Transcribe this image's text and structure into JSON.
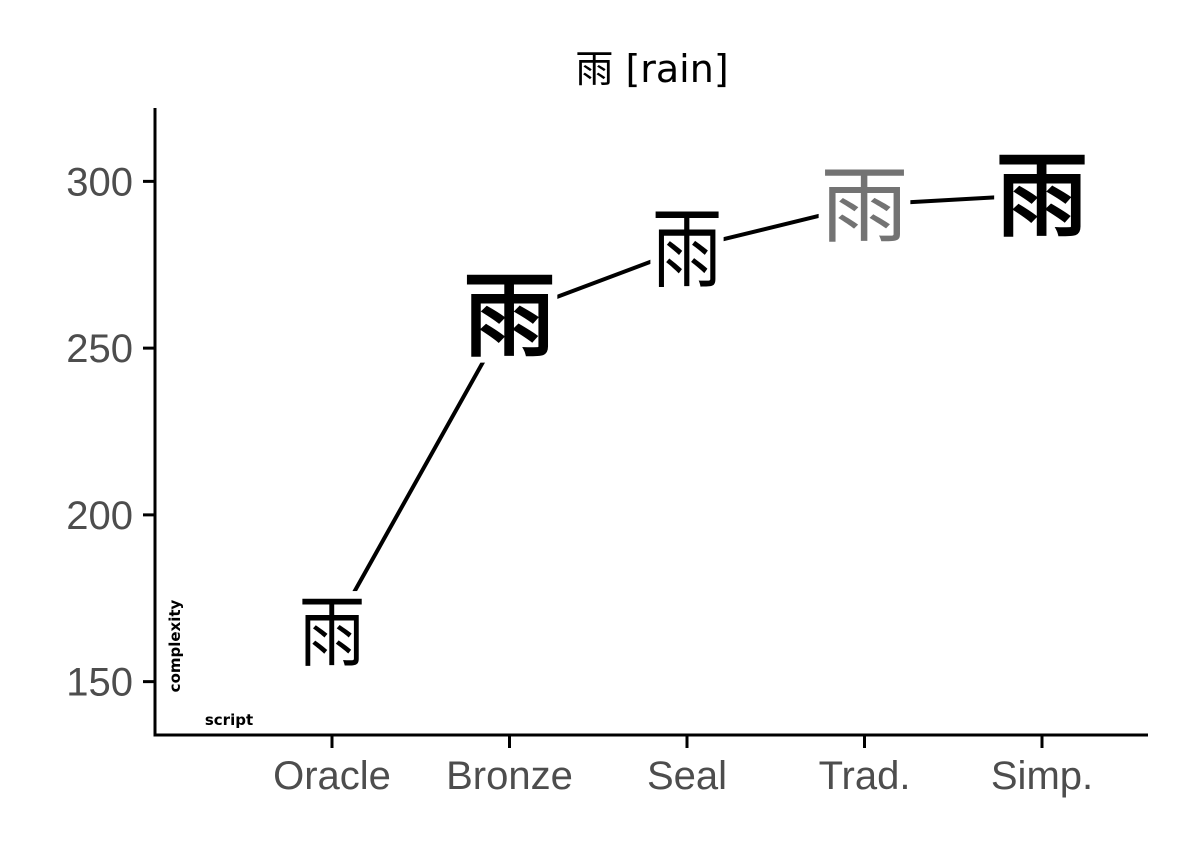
{
  "chart_data": {
    "type": "line",
    "title": "雨 [rain]",
    "xlabel": "script",
    "ylabel": "complexity",
    "categories": [
      "Oracle",
      "Bronze",
      "Seal",
      "Trad.",
      "Simp."
    ],
    "values": [
      165,
      260,
      280,
      293,
      296
    ],
    "glyphs": [
      "雨",
      "雨",
      "雨",
      "雨",
      "雨"
    ],
    "yticks": [
      150,
      200,
      250,
      300
    ],
    "ylim": [
      134,
      322
    ],
    "grid": false,
    "legend": "none"
  }
}
